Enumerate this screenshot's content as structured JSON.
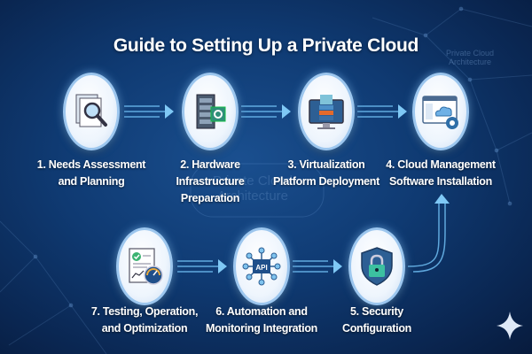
{
  "title": "Guide to Setting Up a Private Cloud",
  "watermark": {
    "line1": "Private Cloud",
    "line2": "Architecture"
  },
  "steps": [
    {
      "line1": "1. Needs Assessment",
      "line2": "and Planning",
      "line3": "",
      "icon": "document-magnifier-icon"
    },
    {
      "line1": "2. Hardware",
      "line2": "Infrastructure",
      "line3": "Preparation",
      "icon": "server-rack-gear-icon"
    },
    {
      "line1": "3. Virtualization",
      "line2": "Platform Deployment",
      "line3": "",
      "icon": "monitor-layers-icon"
    },
    {
      "line1": "4. Cloud Management",
      "line2": "Software Installation",
      "line3": "",
      "icon": "cloud-window-gear-icon"
    },
    {
      "line1": "5. Security",
      "line2": "Configuration",
      "line3": "",
      "icon": "shield-lock-icon"
    },
    {
      "line1": "6. Automation and",
      "line2": "Monitoring Integration",
      "line3": "",
      "icon": "api-network-icon"
    },
    {
      "line1": "7. Testing, Operation,",
      "line2": "and Optimization",
      "line3": "",
      "icon": "report-gauge-icon"
    }
  ],
  "api_text": "API",
  "colors": {
    "background": "#0f3a72",
    "accent": "#5fb4f0",
    "circle_border": "#9cc6ee"
  }
}
